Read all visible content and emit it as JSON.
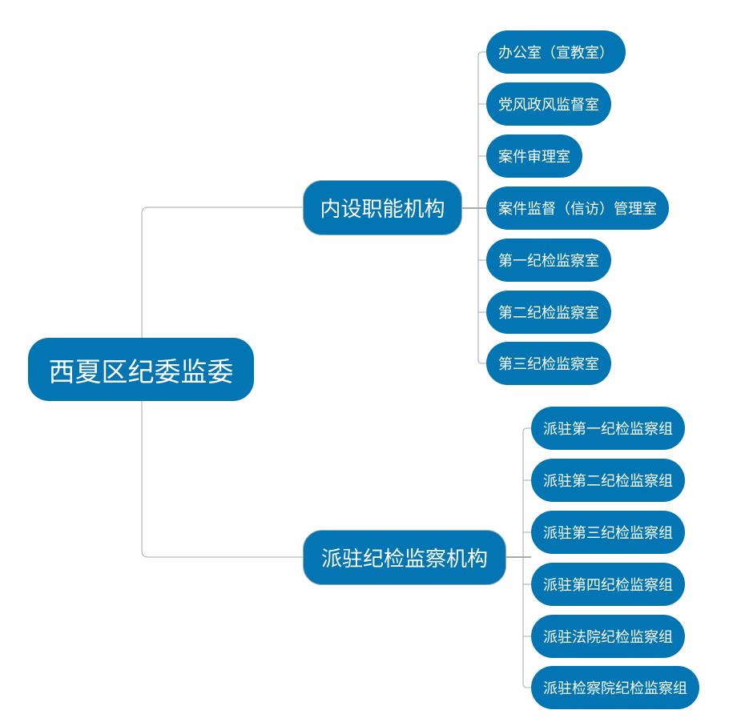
{
  "colors": {
    "node": "#0375b2",
    "line": "#aaaaaa"
  },
  "root": "西夏区纪委监委",
  "branches": [
    {
      "label": "内设职能机构",
      "children": [
        "办公室（宣教室）",
        "党风政风监督室",
        "案件审理室",
        "案件监督（信访）管理室",
        "第一纪检监察室",
        "第二纪检监察室",
        "第三纪检监察室"
      ]
    },
    {
      "label": "派驻纪检监察机构",
      "children": [
        "派驻第一纪检监察组",
        "派驻第二纪检监察组",
        "派驻第三纪检监察组",
        "派驻第四纪检监察组",
        "派驻法院纪检监察组",
        "派驻检察院纪检监察组"
      ]
    }
  ]
}
